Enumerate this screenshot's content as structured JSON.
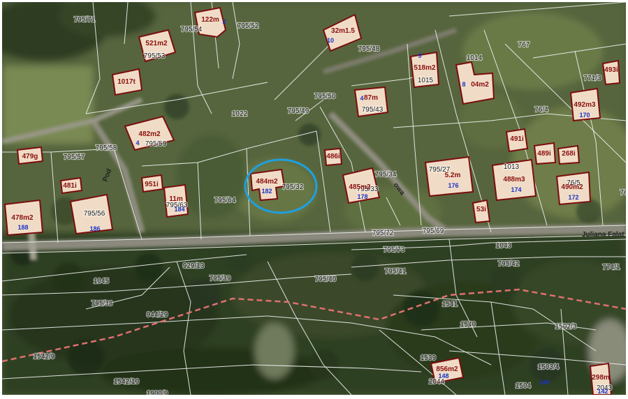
{
  "map": {
    "parcel_labels": [
      {
        "id": "p1",
        "text": "795/71"
      },
      {
        "id": "p2",
        "text": "795/53"
      },
      {
        "id": "p3",
        "text": "795/54"
      },
      {
        "id": "p4",
        "text": "795/52"
      },
      {
        "id": "p5",
        "text": "795/48"
      },
      {
        "id": "p6",
        "text": "1014"
      },
      {
        "id": "p7",
        "text": "767"
      },
      {
        "id": "p8",
        "text": "1015"
      },
      {
        "id": "p9",
        "text": "771/3"
      },
      {
        "id": "p10",
        "text": "1022"
      },
      {
        "id": "p11",
        "text": "795/49"
      },
      {
        "id": "p12",
        "text": "795/50"
      },
      {
        "id": "p13",
        "text": "795/43"
      },
      {
        "id": "p14",
        "text": "76/4"
      },
      {
        "id": "p15",
        "text": "795/57"
      },
      {
        "id": "p16",
        "text": "795/58"
      },
      {
        "id": "p17",
        "text": "795/59"
      },
      {
        "id": "p18",
        "text": "795/32"
      },
      {
        "id": "p19",
        "text": "795/34"
      },
      {
        "id": "p20",
        "text": "795/33"
      },
      {
        "id": "p21",
        "text": "795/27"
      },
      {
        "id": "p22",
        "text": "1013"
      },
      {
        "id": "p23",
        "text": "76/5"
      },
      {
        "id": "p24",
        "text": "795/56"
      },
      {
        "id": "p25",
        "text": "795/63"
      },
      {
        "id": "p26",
        "text": "795/64"
      },
      {
        "id": "p27",
        "text": "795/72"
      },
      {
        "id": "p28",
        "text": "795/69"
      },
      {
        "id": "p29",
        "text": "1043"
      },
      {
        "id": "p30",
        "text": "795/73"
      },
      {
        "id": "p31",
        "text": "929/13"
      },
      {
        "id": "p32",
        "text": "795/42"
      },
      {
        "id": "p33",
        "text": "774/1"
      },
      {
        "id": "p34",
        "text": "1045"
      },
      {
        "id": "p35",
        "text": "795/39"
      },
      {
        "id": "p36",
        "text": "795/40"
      },
      {
        "id": "p37",
        "text": "795/41"
      },
      {
        "id": "p38",
        "text": "795/38"
      },
      {
        "id": "p39",
        "text": "944/29"
      },
      {
        "id": "p40",
        "text": "1541"
      },
      {
        "id": "p41",
        "text": "1540"
      },
      {
        "id": "p42",
        "text": "1502/3"
      },
      {
        "id": "p43",
        "text": "1542/9"
      },
      {
        "id": "p44",
        "text": "1539"
      },
      {
        "id": "p45",
        "text": "2044"
      },
      {
        "id": "p46",
        "text": "1503/4"
      },
      {
        "id": "p47",
        "text": "1504"
      },
      {
        "id": "p48",
        "text": "1542/10"
      },
      {
        "id": "p49",
        "text": "1900/9"
      },
      {
        "id": "p50",
        "text": "2043"
      },
      {
        "id": "p51",
        "text": "76"
      }
    ],
    "buildings": [
      {
        "id": "b1",
        "label": "521m2",
        "number": ""
      },
      {
        "id": "b2",
        "label": "122m",
        "number": "2"
      },
      {
        "id": "b3",
        "label": "32m1.5",
        "number": "10"
      },
      {
        "id": "b4",
        "label": "518m2",
        "number": "9"
      },
      {
        "id": "b5",
        "label": "04m2",
        "number": "8"
      },
      {
        "id": "b6",
        "label": "493i",
        "number": ""
      },
      {
        "id": "b7",
        "label": "1017t",
        "number": ""
      },
      {
        "id": "b8",
        "label": "87m",
        "number": "4"
      },
      {
        "id": "b9",
        "label": "492m3",
        "number": "170"
      },
      {
        "id": "b10",
        "label": "482m2",
        "number": "4"
      },
      {
        "id": "b11",
        "label": "479g",
        "number": ""
      },
      {
        "id": "b12",
        "label": "486i",
        "number": ""
      },
      {
        "id": "b13",
        "label": "491i",
        "number": ""
      },
      {
        "id": "b14",
        "label": "489i",
        "number": ""
      },
      {
        "id": "b15",
        "label": "268i",
        "number": ""
      },
      {
        "id": "b16",
        "label": "481i",
        "number": ""
      },
      {
        "id": "b17",
        "label": "951i",
        "number": ""
      },
      {
        "id": "b18",
        "label": "484m2",
        "number": "182"
      },
      {
        "id": "b19",
        "label": "485m2",
        "number": "178"
      },
      {
        "id": "b20",
        "label": "5.2m",
        "number": "176"
      },
      {
        "id": "b21",
        "label": "488m3",
        "number": "174"
      },
      {
        "id": "b22",
        "label": "490m2",
        "number": "172"
      },
      {
        "id": "b23",
        "label": "478m2",
        "number": "188"
      },
      {
        "id": "b24",
        "label": "",
        "number": "186"
      },
      {
        "id": "b25",
        "label": "11m",
        "number": "184"
      },
      {
        "id": "b26",
        "label": "53i",
        "number": ""
      },
      {
        "id": "b27",
        "label": "856m2",
        "number": "148"
      },
      {
        "id": "b28",
        "label": "298m",
        "number": "142"
      }
    ],
    "address_labels": [
      {
        "id": "a1",
        "text": "144"
      }
    ],
    "street_labels": [
      {
        "id": "s1",
        "text": "Pod"
      },
      {
        "id": "s2",
        "text": "Juliana Falat"
      },
      {
        "id": "s3",
        "text": "owa"
      }
    ],
    "colors": {
      "parcel_line": "#f2f2f2",
      "building_outline": "#7a0d0d",
      "building_fill": "#f0dcc6",
      "building_text": "#8a0f0f",
      "address_number": "#1a33c8",
      "highlight_circle": "#1ea0e0",
      "boundary_dash": "#e07070"
    }
  }
}
